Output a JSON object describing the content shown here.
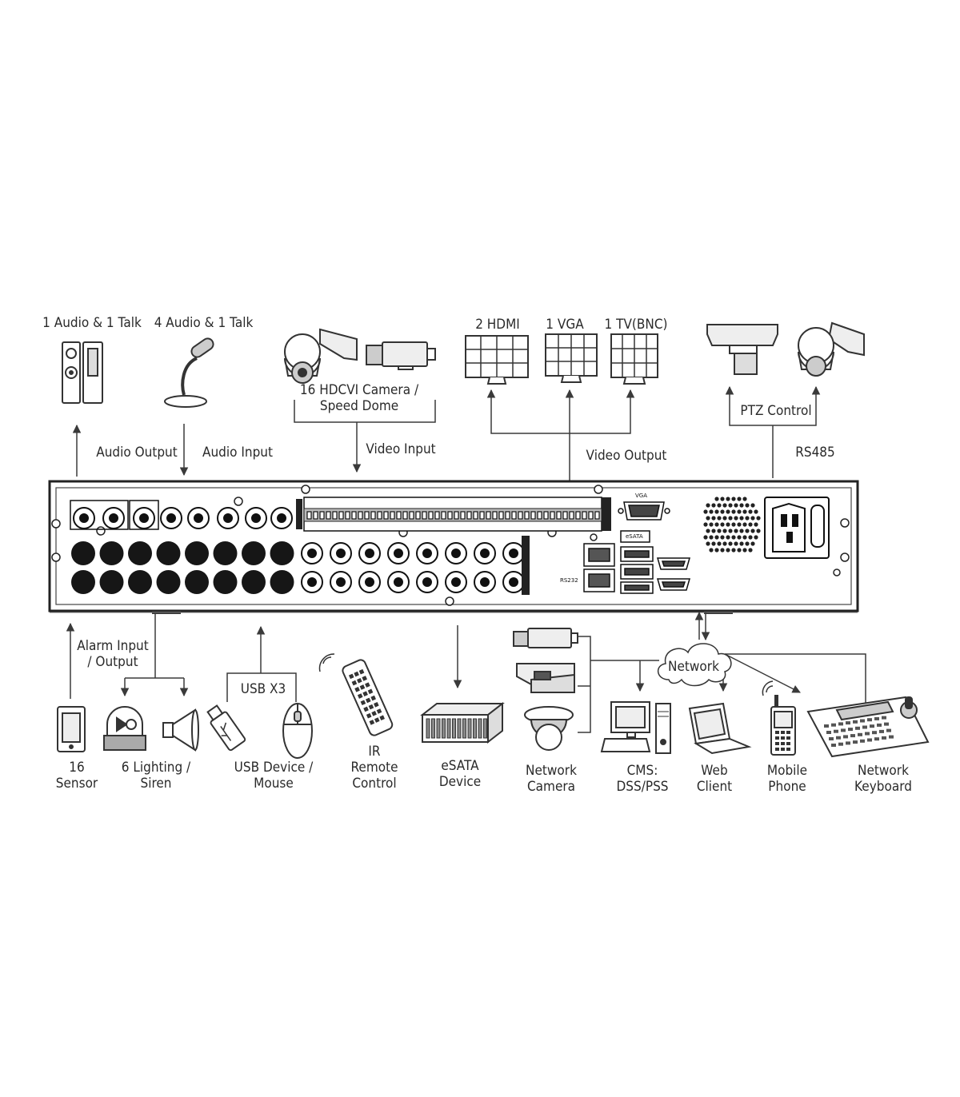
{
  "top": {
    "speaker_label": "1 Audio  & 1 Talk",
    "mic_label": "4 Audio & 1 Talk",
    "camera_label_line1": "16  HDCVI Camera /",
    "camera_label_line2": "Speed Dome",
    "hdmi_label": "2 HDMI",
    "vga_label": "1 VGA",
    "tv_label": "1 TV(BNC)",
    "ptz_label": "PTZ Control",
    "audio_output": "Audio  Output",
    "audio_input": "Audio  Input",
    "video_input": "Video Input",
    "video_output": "Video Output",
    "rs485": "RS485"
  },
  "panel": {
    "vga": "VGA",
    "rs232": "RS232",
    "esata": "eSATA"
  },
  "bottom": {
    "alarm_line1": "Alarm Input",
    "alarm_line2": "/ Output",
    "usb": "USB X3",
    "network": "Network",
    "sensor_line1": "16",
    "sensor_line2": "Sensor",
    "lighting_line1": "6 Lighting /",
    "lighting_line2": "Siren",
    "usbdev_line1": "USB Device /",
    "usbdev_line2": "Mouse",
    "ir_line1": "IR",
    "ir_line2": "Remote",
    "ir_line3": "Control",
    "esata_line1": "eSATA",
    "esata_line2": "Device",
    "netcam_line1": "Network",
    "netcam_line2": "Camera",
    "cms_line1": "CMS:",
    "cms_line2": "DSS/PSS",
    "web_line1": "Web",
    "web_line2": "Client",
    "mobile_line1": "Mobile",
    "mobile_line2": "Phone",
    "keyboard_line1": "Network",
    "keyboard_line2": "Keyboard"
  },
  "icons": {
    "speaker": "speaker-icon",
    "microphone": "microphone-icon",
    "dome_camera": "speed-dome-icon",
    "box_camera": "box-camera-icon",
    "monitor": "monitor-icon",
    "ptz": "ptz-camera-icon",
    "sensor": "sensor-icon",
    "alarm_light": "alarm-light-icon",
    "siren": "siren-icon",
    "usb_stick": "usb-stick-icon",
    "mouse": "mouse-icon",
    "remote": "remote-control-icon",
    "esata_device": "esata-device-icon",
    "network_cloud": "network-cloud-icon",
    "computer": "computer-icon",
    "laptop": "laptop-icon",
    "phone": "mobile-phone-icon",
    "keyboard": "network-keyboard-icon"
  },
  "colors": {
    "line": "#3a3a3a",
    "port_fill": "#161616",
    "background": "#ffffff"
  }
}
